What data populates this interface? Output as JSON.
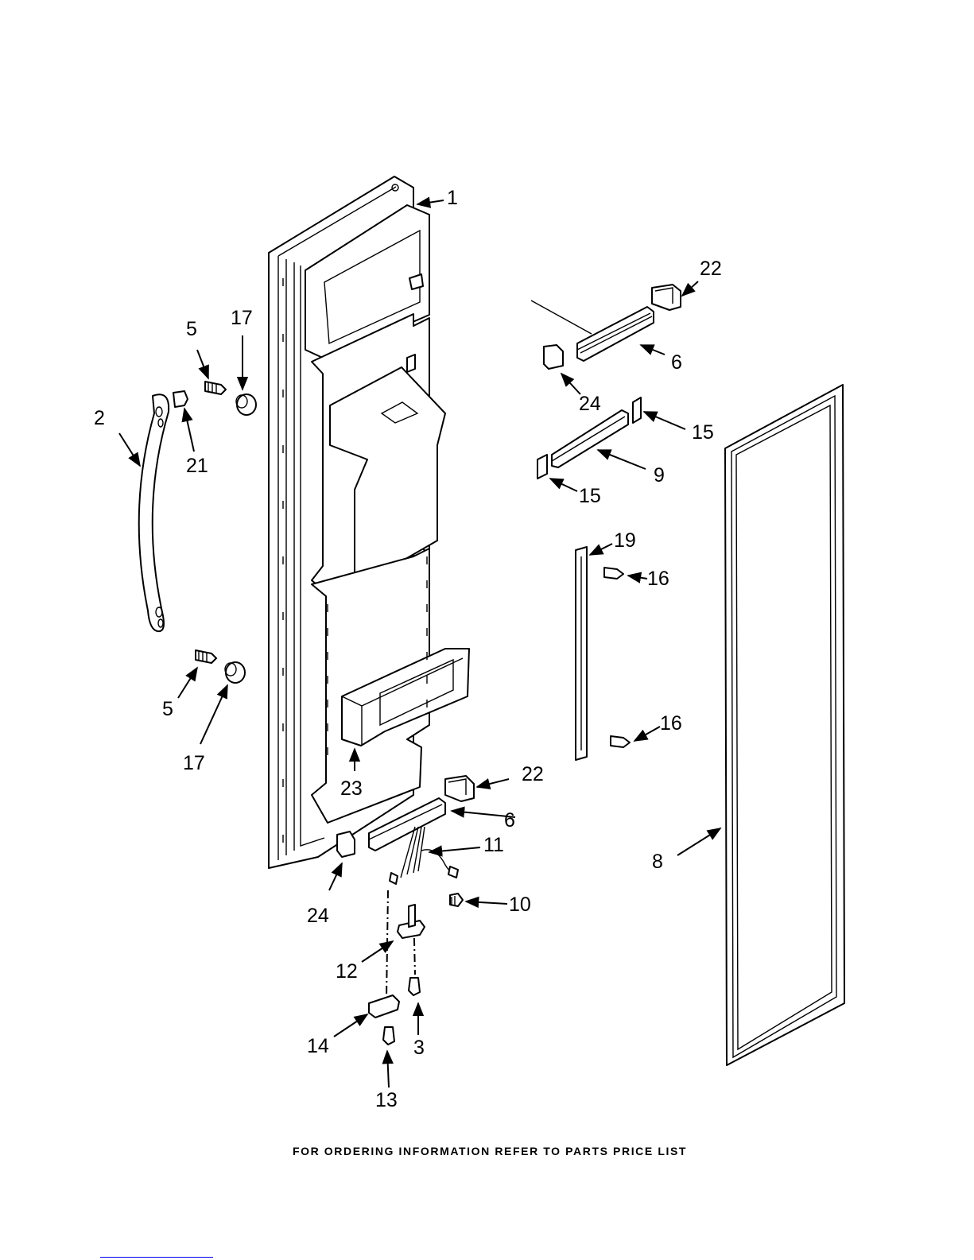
{
  "footer": "FOR ORDERING INFORMATION REFER TO PARTS PRICE LIST",
  "callouts": [
    "1",
    "2",
    "3",
    "5",
    "5",
    "6",
    "6",
    "8",
    "9",
    "10",
    "11",
    "12",
    "13",
    "14",
    "15",
    "15",
    "16",
    "16",
    "17",
    "17",
    "19",
    "21",
    "22",
    "22",
    "23",
    "24",
    "24"
  ]
}
